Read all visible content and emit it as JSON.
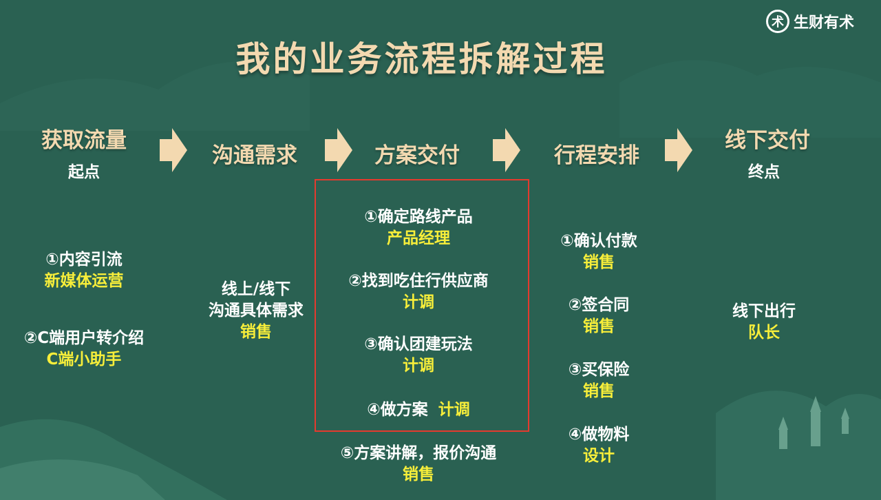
{
  "title": "我的业务流程拆解过程",
  "logo": {
    "mark": "术",
    "text": "生财有术"
  },
  "stages": [
    {
      "name": "获取流量",
      "sub": "起点"
    },
    {
      "name": "沟通需求"
    },
    {
      "name": "方案交付"
    },
    {
      "name": "行程安排"
    },
    {
      "name": "线下交付",
      "sub": "终点"
    }
  ],
  "col1": [
    {
      "task": "①内容引流",
      "owner": "新媒体运营"
    },
    {
      "task": "②C端用户转介绍",
      "owner": "C端小助手"
    }
  ],
  "col2": {
    "task_line1": "线上/线下",
    "task_line2": "沟通具体需求",
    "owner": "销售"
  },
  "col3": [
    {
      "task": "①确定路线产品",
      "owner": "产品经理"
    },
    {
      "task": "②找到吃住行供应商",
      "owner": "计调"
    },
    {
      "task": "③确认团建玩法",
      "owner": "计调"
    },
    {
      "task": "④做方案",
      "owner": "计调"
    },
    {
      "task": "⑤方案讲解，报价沟通",
      "owner": "销售"
    }
  ],
  "col4": [
    {
      "task": "①确认付款",
      "owner": "销售"
    },
    {
      "task": "②签合同",
      "owner": "销售"
    },
    {
      "task": "③买保险",
      "owner": "销售"
    },
    {
      "task": "④做物料",
      "owner": "设计"
    }
  ],
  "col5": {
    "task": "线下出行",
    "owner": "队长"
  },
  "colors": {
    "background": "#2a6152",
    "title": "#f3d9b0",
    "highlight": "#f7ee3a",
    "box": "#e53a2e"
  }
}
